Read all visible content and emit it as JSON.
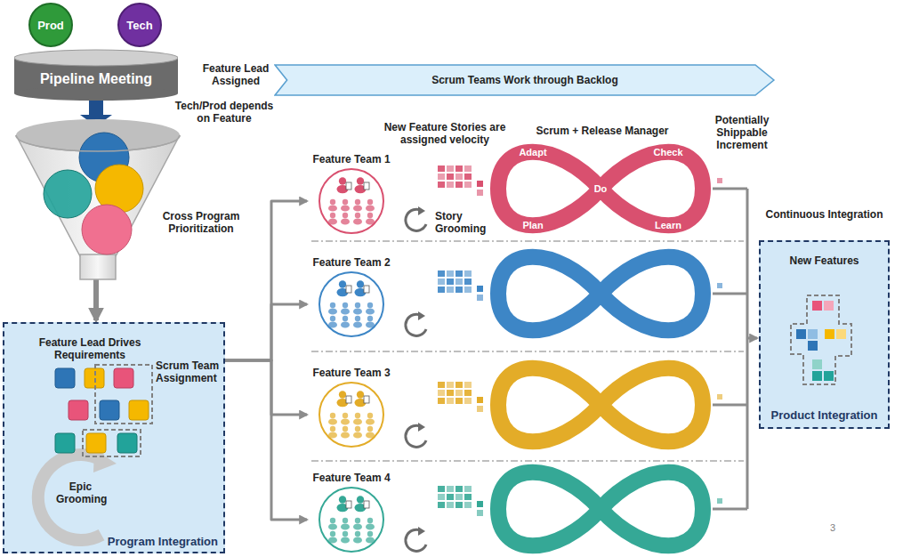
{
  "diagram": {
    "nodes": [
      {
        "text": [
          "Prod"
        ]
      },
      {
        "text": [
          "Tech"
        ]
      },
      {
        "text": [
          "Pipeline Meeting"
        ]
      },
      {
        "text": [
          "Scrum Teams Work through Backlog"
        ]
      },
      {
        "text": [
          "Feature Lead Drives Requirements",
          "Scrum Team Assignment",
          "Epic Grooming",
          "Program Integration"
        ]
      },
      {
        "text": [
          "Feature Team 1"
        ]
      },
      {
        "text": [
          "Feature Team 2"
        ]
      },
      {
        "text": [
          "Feature Team 3"
        ]
      },
      {
        "text": [
          "Feature Team 4"
        ]
      },
      {
        "text": [
          "Continuous Integration",
          "New Features",
          "Product Integration"
        ]
      }
    ],
    "edges": [
      {
        "from": 2,
        "to": 4,
        "arrow": "to"
      },
      {
        "from": 4,
        "to": 5,
        "arrow": "to"
      },
      {
        "from": 4,
        "to": 6,
        "arrow": "to"
      },
      {
        "from": 4,
        "to": 7,
        "arrow": "to"
      },
      {
        "from": 4,
        "to": 8,
        "arrow": "to"
      }
    ],
    "labels": [
      "Cross Program Prioritization",
      "Feature Lead Assigned",
      "Tech/Prod depends on Feature",
      "New Feature Stories are assigned velocity",
      "Scrum + Release Manager",
      "Potentially Shippable Increment",
      "Story Grooming",
      "Adapt",
      "Check",
      "Do",
      "Plan",
      "Learn",
      "3"
    ]
  }
}
